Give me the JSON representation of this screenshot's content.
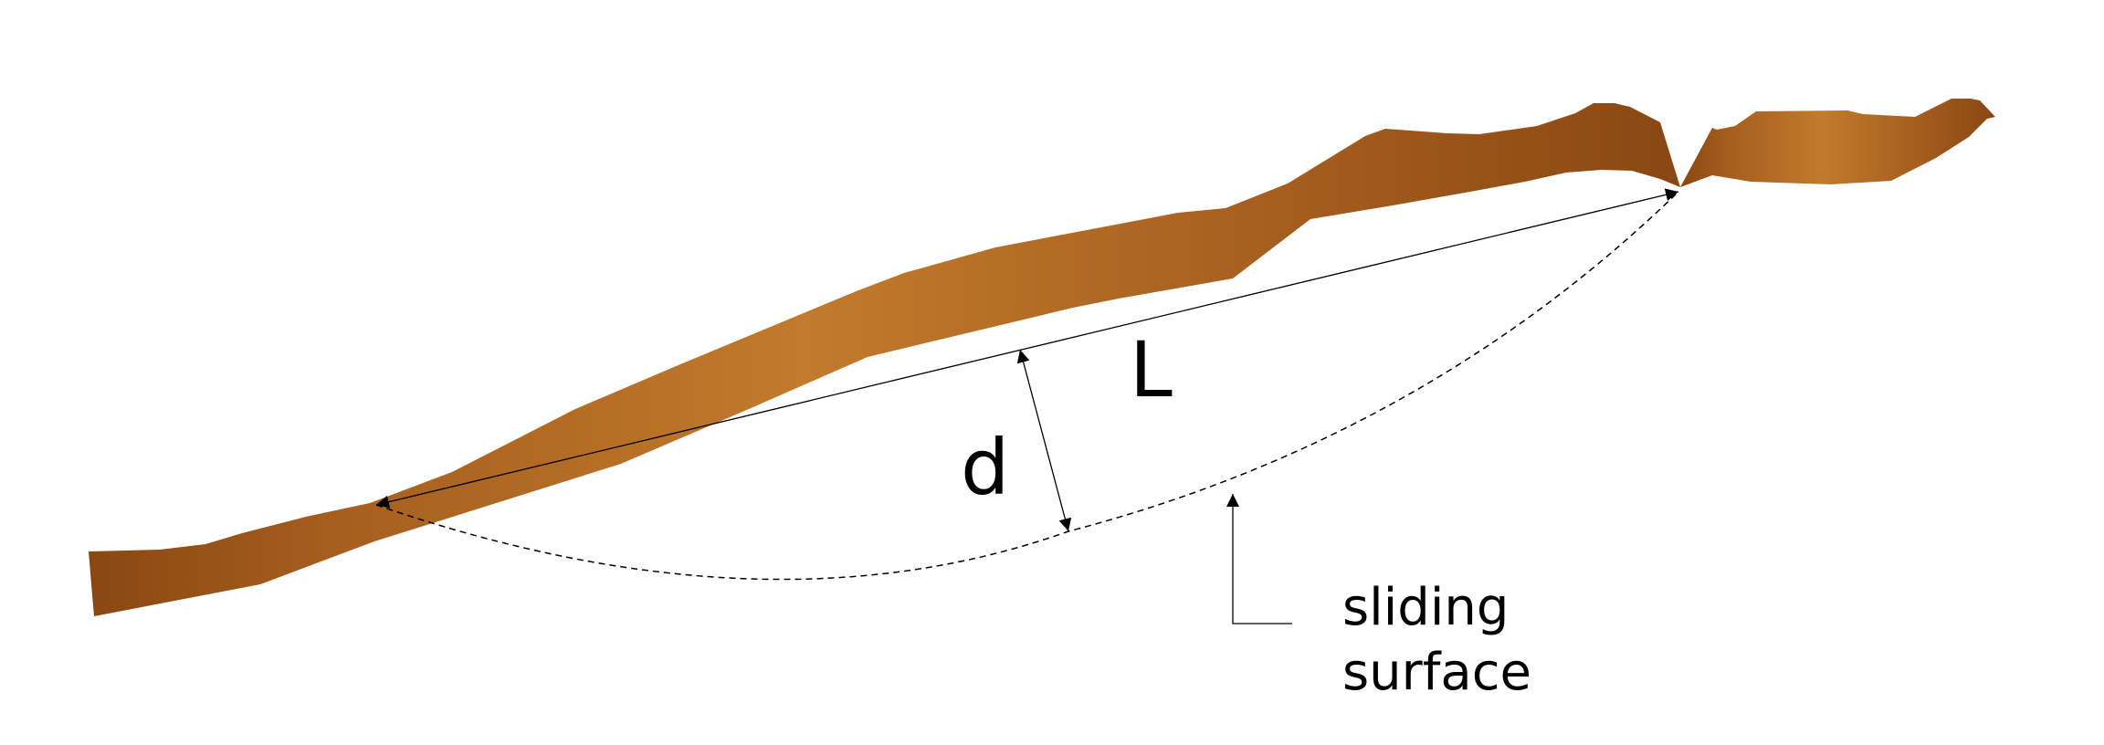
{
  "labels": {
    "length": "L",
    "depth": "d",
    "surface_line1": "sliding",
    "surface_line2": "surface"
  },
  "colors": {
    "soil_light": "#C27A2C",
    "soil_dark": "#8A4712",
    "line": "#000000",
    "background": "#FFFFFF"
  }
}
